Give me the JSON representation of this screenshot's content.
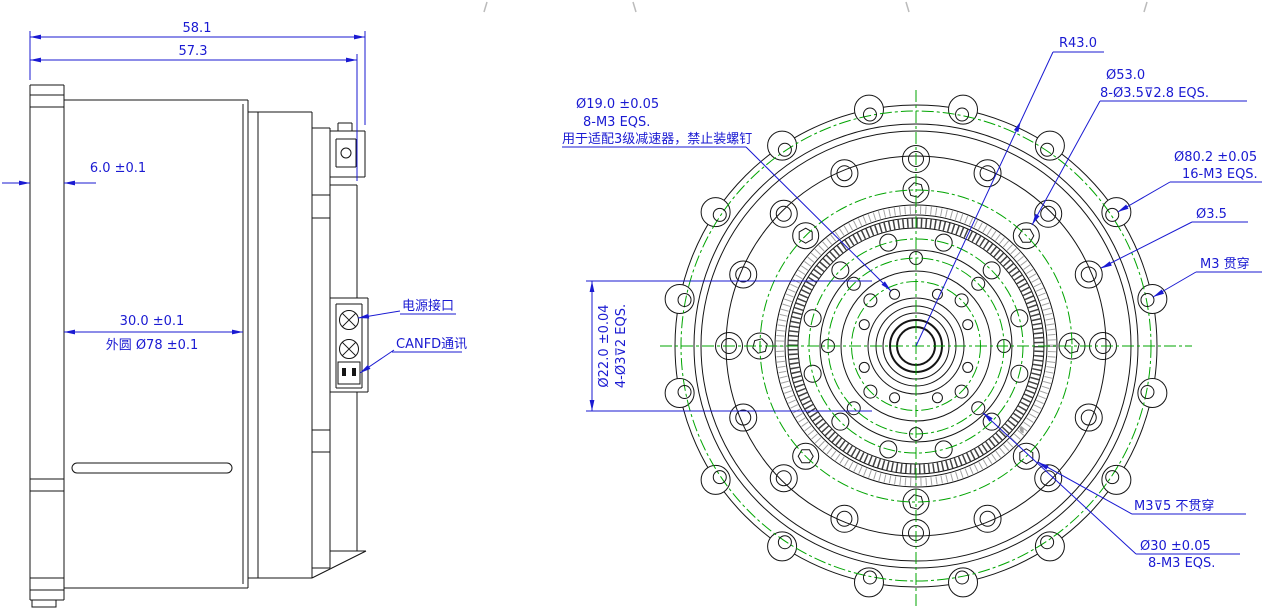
{
  "drawing": {
    "side_view": {
      "dim_width_total": "58.1",
      "dim_width_body": "57.3",
      "dim_flange": "6.0 ±0.1",
      "dim_depth": "30.0 ±0.1",
      "dim_outer": "外圆 Ø78 ±0.1",
      "power_label": "电源接口",
      "canfd_label": "CANFD通讯"
    },
    "front_view": {
      "r43": "R43.0",
      "d53_line1": "Ø53.0",
      "d53_line2": "8-Ø3.5⊽2.8 EQS.",
      "d19_line1": "Ø19.0 ±0.05",
      "d19_line2": "8-M3 EQS.",
      "d19_note": "用于适配3级减速器，禁止装螺钉",
      "d80_line1": "Ø80.2 ±0.05",
      "d80_line2": "16-M3 EQS.",
      "d35": "Ø3.5",
      "m3_through": "M3 贯穿",
      "d22_line1": "Ø22.0 ±0.04",
      "d22_line2": "4-Ø3⊽2 EQS.",
      "m3_blind": "M3⊽5 不贯穿",
      "d30_line1": "Ø30 ±0.05",
      "d30_line2": "8-M3 EQS."
    },
    "colors": {
      "dimension": "#1a1ad2",
      "centerline": "#00a400",
      "geometry": "#141414"
    }
  }
}
